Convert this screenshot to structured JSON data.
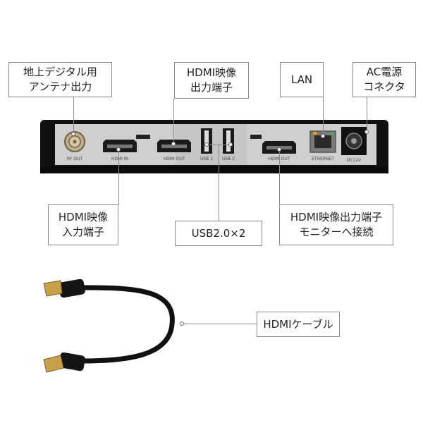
{
  "callouts": {
    "rf": {
      "line1": "地上デジタル用",
      "line2": "アンテナ出力"
    },
    "hdmi_out_top": {
      "line1": "HDMI映像",
      "line2": "出力端子"
    },
    "lan": {
      "line1": "LAN"
    },
    "ac": {
      "line1": "AC電源",
      "line2": "コネクタ"
    },
    "hdmi_in": {
      "line1": "HDMI映像",
      "line2": "入力端子"
    },
    "usb": {
      "line1": "USB2.0×2"
    },
    "hdmi_out_monitor": {
      "line1": "HDMI映像出力端子",
      "line2": "モニターへ接続"
    },
    "cable": {
      "line1": "HDMIケーブル"
    }
  },
  "device_labels": {
    "rf_out": "RF OUT",
    "hdmi_in": "HDMI IN",
    "hdmi_out_1": "HDMI OUT",
    "usb1": "USB 1",
    "usb2": "USB 2",
    "hdmi_out_2": "HDMI OUT",
    "ethernet": "ETHERNET",
    "dc": "DC12V"
  }
}
